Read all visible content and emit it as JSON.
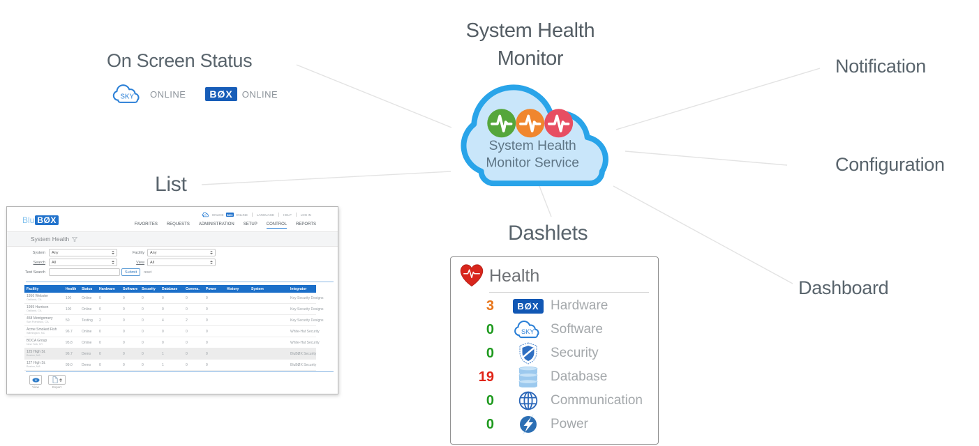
{
  "diagram": {
    "title_line1": "System Health",
    "title_line2": "Monitor",
    "cloud_line1": "System Health",
    "cloud_line2": "Monitor Service",
    "labels": {
      "on_screen_status": "On Screen Status",
      "list": "List",
      "dashlets": "Dashlets",
      "notification": "Notification",
      "configuration": "Configuration",
      "dashboard": "Dashboard"
    },
    "colors": {
      "cloud_stroke": "#29a4e9",
      "cloud_fill": "#c9e6fa",
      "pulse_green": "#55a63b",
      "pulse_orange": "#f0862e",
      "pulse_red": "#e74e62",
      "connector": "#e3e3e3"
    }
  },
  "on_screen_status": {
    "sky_badge": "SKY",
    "sky_status": "ONLINE",
    "box_badge": "BØX",
    "box_status": "ONLINE"
  },
  "list_app": {
    "logo_prefix": "Blu",
    "logo_badge": "BØX",
    "header": {
      "sky_badge": "SKY",
      "sky_status": "ONLINE",
      "box_badge": "BØX",
      "box_status": "ONLINE",
      "links": [
        "LANGUAGE",
        "HELP",
        "LOG IN"
      ]
    },
    "nav": [
      "FAVORITES",
      "REQUESTS",
      "ADMINISTRATION",
      "SETUP",
      "CONTROL",
      "REPORTS"
    ],
    "active_nav": "CONTROL",
    "page_title": "System Health",
    "filters": {
      "system_label": "System",
      "system_value": "Any",
      "facility_label": "Facility",
      "facility_value": "Any",
      "search_label": "Search",
      "search_value": "All",
      "view_label": "View",
      "view_value": "All",
      "text_search_label": "Text Search",
      "text_search_value": "",
      "submit_label": "Submit",
      "reset_label": "reset"
    },
    "table": {
      "headers": [
        "Facility",
        "Health",
        "Status",
        "Hardware",
        "Software",
        "Security",
        "Database",
        "Comms.",
        "Power",
        "History",
        "System",
        "Integrator"
      ],
      "rows": [
        {
          "name": "1956 Webster",
          "city": "Oakland, CA",
          "health": "100",
          "status": "Online",
          "hardware": "0",
          "software": "0",
          "security": "0",
          "database": "0",
          "comms": "0",
          "power": "0",
          "history": "",
          "system": "",
          "integrator": "Key Security Designs",
          "bg": ""
        },
        {
          "name": "1999 Harrison",
          "city": "Oakland, CA",
          "health": "100",
          "status": "Online",
          "hardware": "0",
          "software": "0",
          "security": "0",
          "database": "0",
          "comms": "0",
          "power": "0",
          "history": "",
          "system": "",
          "integrator": "Key Security Designs",
          "bg": ""
        },
        {
          "name": "458 Montgomery",
          "city": "San Francisco, CA",
          "health": "50",
          "status": "Testing",
          "hardware": "2",
          "software": "0",
          "security": "0",
          "database": "4",
          "comms": "2",
          "power": "0",
          "history": "",
          "system": "",
          "integrator": "Key Security Designs",
          "bg": ""
        },
        {
          "name": "Acme Smoked Fish",
          "city": "Wilmington, NC",
          "health": "96.7",
          "status": "Online",
          "hardware": "0",
          "software": "0",
          "security": "0",
          "database": "0",
          "comms": "0",
          "power": "0",
          "history": "",
          "system": "",
          "integrator": "White-Hat Security",
          "bg": ""
        },
        {
          "name": "BOCA Group",
          "city": "New York, NY",
          "health": "95.8",
          "status": "Online",
          "hardware": "0",
          "software": "0",
          "security": "0",
          "database": "0",
          "comms": "0",
          "power": "0",
          "history": "",
          "system": "",
          "integrator": "White-Hat Security",
          "bg": ""
        },
        {
          "name": "125 High St.",
          "city": "Boston, MA",
          "health": "96.7",
          "status": "Demo",
          "hardware": "0",
          "software": "0",
          "security": "0",
          "database": "1",
          "comms": "0",
          "power": "0",
          "history": "",
          "system": "",
          "integrator": "BluBØX Security",
          "bg": "#ececec"
        },
        {
          "name": "127 High St.",
          "city": "Boston, MA",
          "health": "99.0",
          "status": "Demo",
          "hardware": "0",
          "software": "0",
          "security": "0",
          "database": "1",
          "comms": "0",
          "power": "0",
          "history": "",
          "system": "",
          "integrator": "BluBØX Security",
          "bg": ""
        }
      ]
    },
    "footer": {
      "view_label": "View",
      "export_label": "Export"
    }
  },
  "health_dashlet": {
    "title": "Health",
    "box_badge_text": "BØX",
    "sky_badge_text": "SKY",
    "rows": [
      {
        "count": "3",
        "count_style": "color:#e8751a",
        "label": "Hardware",
        "icon": "box-badge"
      },
      {
        "count": "0",
        "count_style": "color:#1f9a1f",
        "label": "Software",
        "icon": "sky-cloud"
      },
      {
        "count": "0",
        "count_style": "color:#1f9a1f",
        "label": "Security",
        "icon": "shield"
      },
      {
        "count": "19",
        "count_style": "color:#e02417",
        "label": "Database",
        "icon": "database"
      },
      {
        "count": "0",
        "count_style": "color:#1f9a1f",
        "label": "Communication",
        "icon": "globe"
      },
      {
        "count": "0",
        "count_style": "color:#1f9a1f",
        "label": "Power",
        "icon": "lightning"
      }
    ]
  }
}
